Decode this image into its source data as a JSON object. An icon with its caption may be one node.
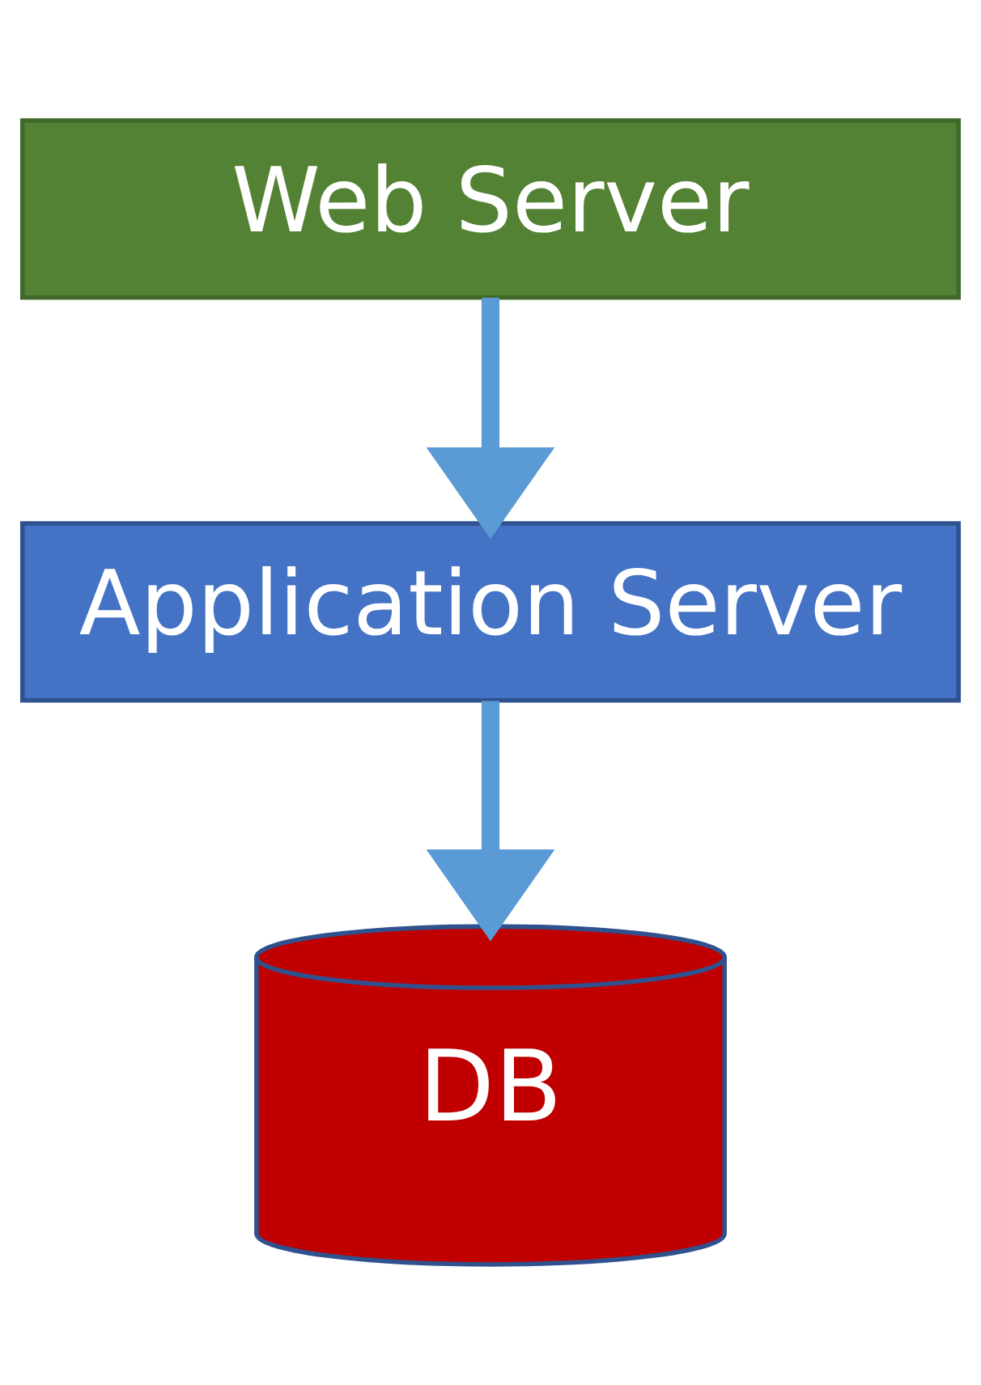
{
  "diagram": {
    "nodes": [
      {
        "text": [
          "Web Server"
        ]
      },
      {
        "text": [
          "Application Server"
        ]
      },
      {
        "text": [
          "DB"
        ]
      }
    ],
    "edges": [
      {
        "from": 0,
        "to": 1,
        "arrow": "to"
      },
      {
        "from": 1,
        "to": 2,
        "arrow": "to"
      }
    ]
  }
}
